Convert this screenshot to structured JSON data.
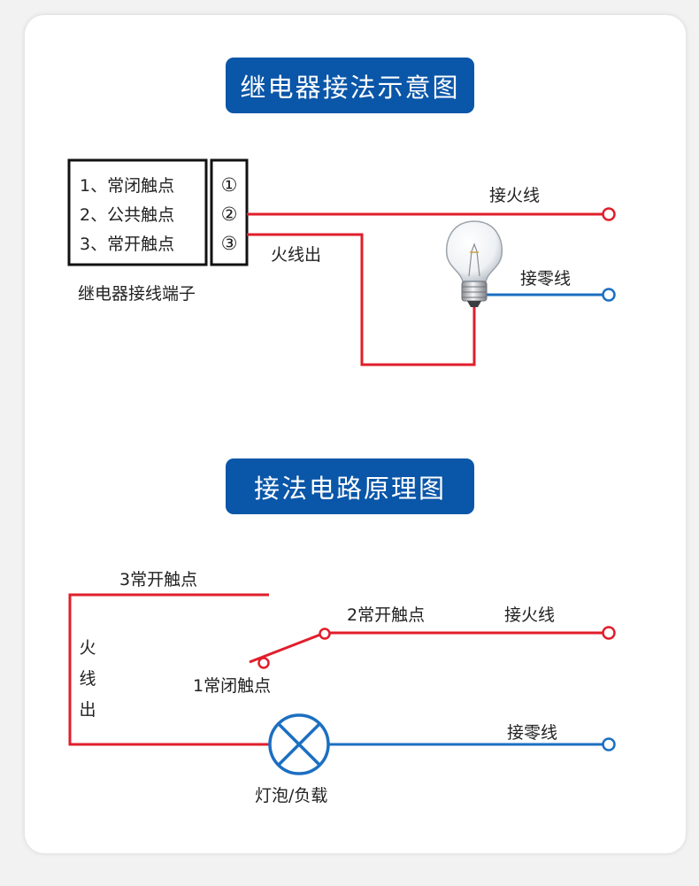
{
  "diagram1": {
    "title": "继电器接法示意图",
    "terminal_list": [
      "1、常闭触点",
      "2、公共触点",
      "3、常开触点"
    ],
    "terminal_numbers": [
      "①",
      "②",
      "③"
    ],
    "caption": "继电器接线端子",
    "live_in": "接火线",
    "live_out": "火线出",
    "neutral": "接零线"
  },
  "diagram2": {
    "title": "接法电路原理图",
    "nc_contact": "1常闭触点",
    "no_contact_3": "3常开触点",
    "no_contact_2": "2常开触点",
    "live_in": "接火线",
    "neutral": "接零线",
    "live_out_chars": [
      "火",
      "线",
      "出"
    ],
    "load": "灯泡/负载"
  },
  "colors": {
    "red": "#e01e2b",
    "blue": "#1b6fc1",
    "pill": "#0a56a8"
  }
}
